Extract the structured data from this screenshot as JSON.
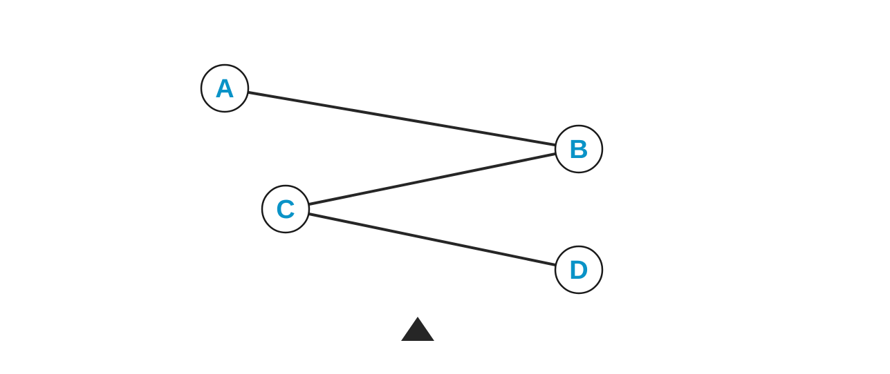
{
  "colors": {
    "background": "#ffffff",
    "edge": "#262626",
    "node_fill": "#ffffff",
    "node_stroke": "#1a1a1a",
    "label": "#0a93c7",
    "marker": "#262626"
  },
  "nodes": [
    {
      "id": "A",
      "label": "A"
    },
    {
      "id": "B",
      "label": "B"
    },
    {
      "id": "C",
      "label": "C"
    },
    {
      "id": "D",
      "label": "D"
    }
  ],
  "edges": [
    {
      "from": "A",
      "to": "B"
    },
    {
      "from": "C",
      "to": "B"
    },
    {
      "from": "C",
      "to": "D"
    }
  ],
  "marker": {
    "shape": "triangle"
  }
}
